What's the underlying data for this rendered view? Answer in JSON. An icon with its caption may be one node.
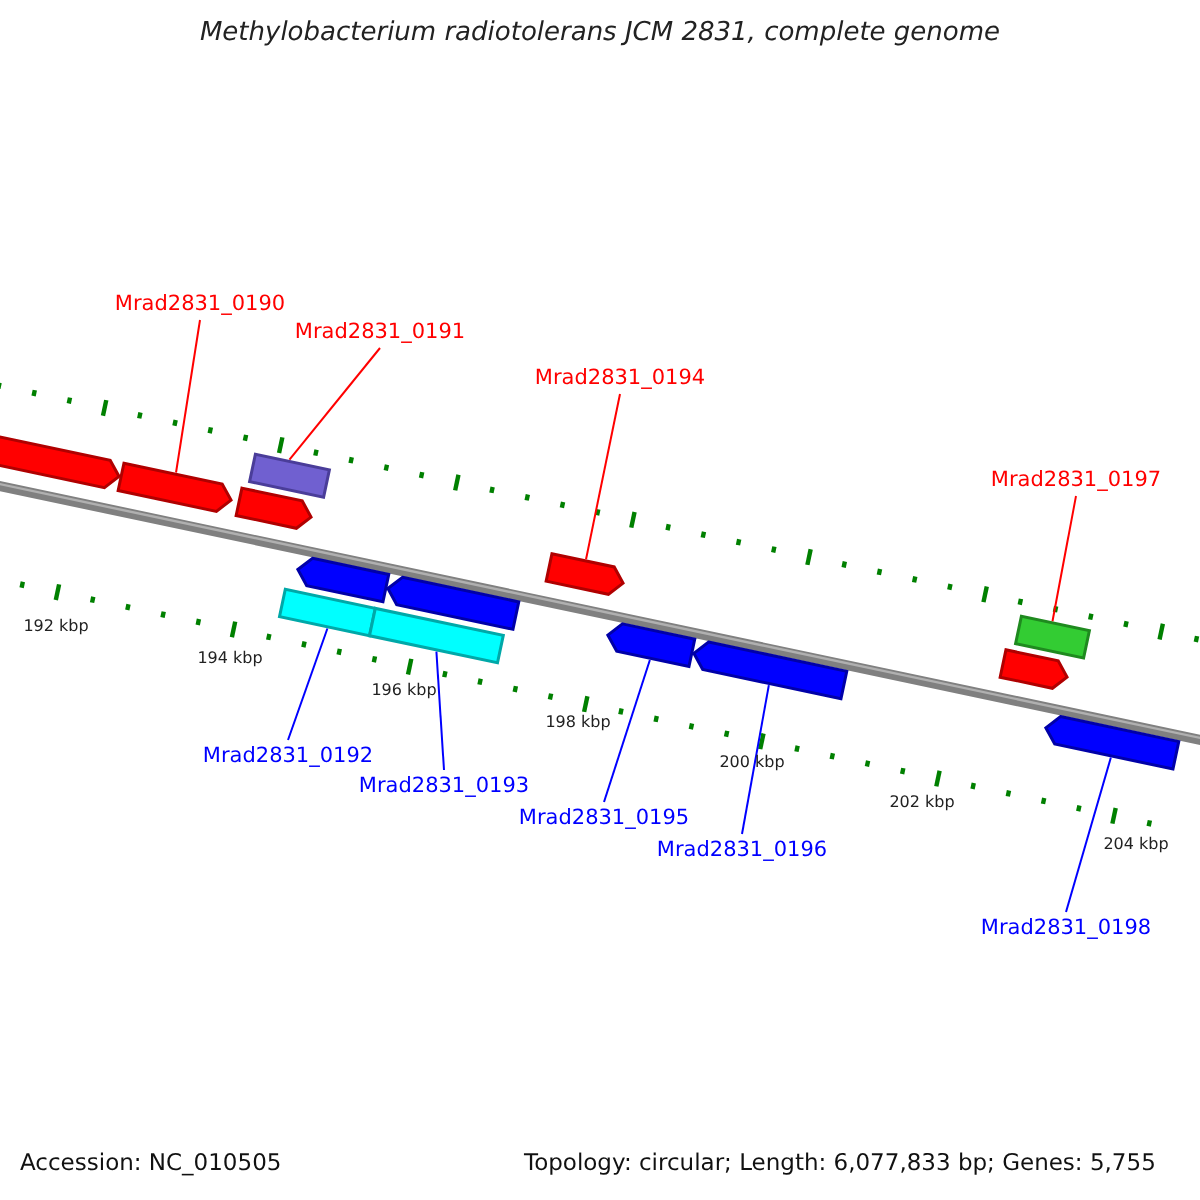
{
  "diagram": {
    "title": "Methylobacterium radiotolerans JCM 2831, complete genome",
    "nodes": [
      {
        "text": [
          "Mrad2831_0190"
        ]
      },
      {
        "text": [
          "Mrad2831_0191"
        ]
      },
      {
        "text": [
          "Mrad2831_0194"
        ]
      },
      {
        "text": [
          "Mrad2831_0197"
        ]
      },
      {
        "text": [
          "Mrad2831_0192"
        ]
      },
      {
        "text": [
          "Mrad2831_0193"
        ]
      },
      {
        "text": [
          "Mrad2831_0195"
        ]
      },
      {
        "text": [
          "Mrad2831_0196"
        ]
      },
      {
        "text": [
          "Mrad2831_0198"
        ]
      },
      {
        "text": [],
        "shape": "arrow"
      },
      {
        "text": [],
        "shape": "arrow"
      },
      {
        "text": [],
        "shape": "bar"
      },
      {
        "text": [],
        "shape": "arrow"
      },
      {
        "text": [],
        "shape": "arrow"
      },
      {
        "text": [],
        "shape": "bar"
      },
      {
        "text": [],
        "shape": "arrow"
      },
      {
        "text": [],
        "shape": "bar"
      },
      {
        "text": [],
        "shape": "arrow"
      },
      {
        "text": [],
        "shape": "arrow"
      },
      {
        "text": [],
        "shape": "arrow"
      },
      {
        "text": [],
        "shape": "bar"
      },
      {
        "text": [],
        "shape": "arrow"
      },
      {
        "text": [],
        "shape": "arrow"
      }
    ],
    "edges": [
      {
        "from": 0,
        "to": 10,
        "arrow": "none",
        "color": "#ff0000"
      },
      {
        "from": 1,
        "to": 11,
        "arrow": "none",
        "color": "#ff0000"
      },
      {
        "from": 2,
        "to": 17,
        "arrow": "none",
        "color": "#ff0000"
      },
      {
        "from": 3,
        "to": 20,
        "arrow": "none",
        "color": "#ff0000"
      },
      {
        "from": 4,
        "to": 14,
        "arrow": "none"
      },
      {
        "from": 5,
        "to": 16,
        "arrow": "none"
      },
      {
        "from": 6,
        "to": 18,
        "arrow": "none"
      },
      {
        "from": 7,
        "to": 19,
        "arrow": "none"
      },
      {
        "from": 8,
        "to": 22,
        "arrow": "none"
      }
    ],
    "labels": [
      "192 kbp",
      "194 kbp",
      "196 kbp",
      "198 kbp",
      "200 kbp",
      "202 kbp",
      "204 kbp",
      "Accession: NC_010505",
      "Topology: circular; Length: 6,077,833 bp; Genes: 5,755"
    ]
  }
}
